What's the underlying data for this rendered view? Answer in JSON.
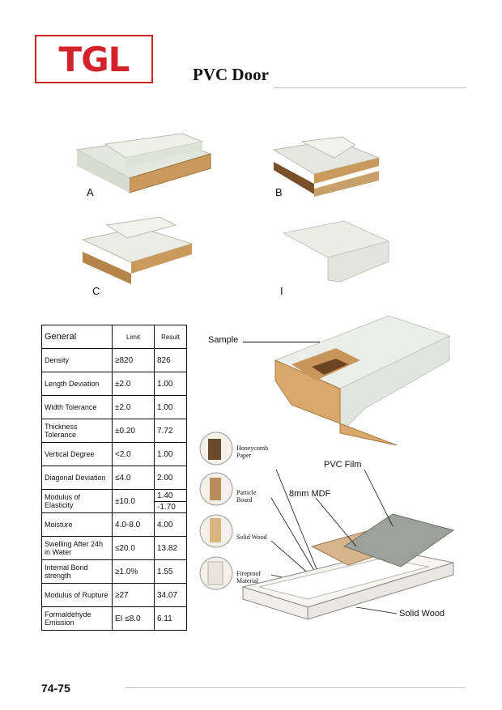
{
  "header": {
    "logo_text": "TGL",
    "title": "PVC Door"
  },
  "profiles": [
    {
      "label": "A"
    },
    {
      "label": "B"
    },
    {
      "label": "C"
    },
    {
      "label": "I"
    }
  ],
  "table": {
    "headers": [
      "General",
      "Limit",
      "Result"
    ],
    "rows": [
      {
        "name": "Density",
        "limit": "≥820",
        "result": "826"
      },
      {
        "name": "Length Deviation",
        "limit": "±2.0",
        "result": "1.00"
      },
      {
        "name": "Width Tolerance",
        "limit": "±2.0",
        "result": "1.00"
      },
      {
        "name": "Thickness Tolerance",
        "limit": "±0.20",
        "result": "7.72"
      },
      {
        "name": "Vertical Degree",
        "limit": "<2.0",
        "result": "1.00"
      },
      {
        "name": "Diagonal Deviation",
        "limit": "≤4.0",
        "result": "2.00"
      },
      {
        "name": "Modulus of Elasticity",
        "limit": "±10.0",
        "result": "1.40",
        "result2": "-1.70"
      },
      {
        "name": "Moisture",
        "limit": "4.0-8.0",
        "result": "4.00"
      },
      {
        "name": "Swelling After 24h in Water",
        "limit": "≤20.0",
        "result": "13.82"
      },
      {
        "name": "Internal Bond strength",
        "limit": "≥1.0%",
        "result": "1.55"
      },
      {
        "name": "Modulus of Rupture",
        "limit": "≥27",
        "result": "34.07"
      },
      {
        "name": "Formaldehyde Emission",
        "limit": "EI  ≤8.0",
        "result": "6.11"
      }
    ]
  },
  "diagram": {
    "sample_label": "Sample",
    "pvc_film_label": "PVC Film",
    "mdf_label": "8mm MDF",
    "solid_wood_label": "Solid Wood",
    "core_materials": [
      {
        "label": "Honeycomb Paper"
      },
      {
        "label": "Particle Board"
      },
      {
        "label": "Solid Wood"
      },
      {
        "label": "Fireproof Material"
      }
    ]
  },
  "footer": {
    "page_number": "74-75"
  },
  "colors": {
    "brand_red": "#d2232a"
  }
}
